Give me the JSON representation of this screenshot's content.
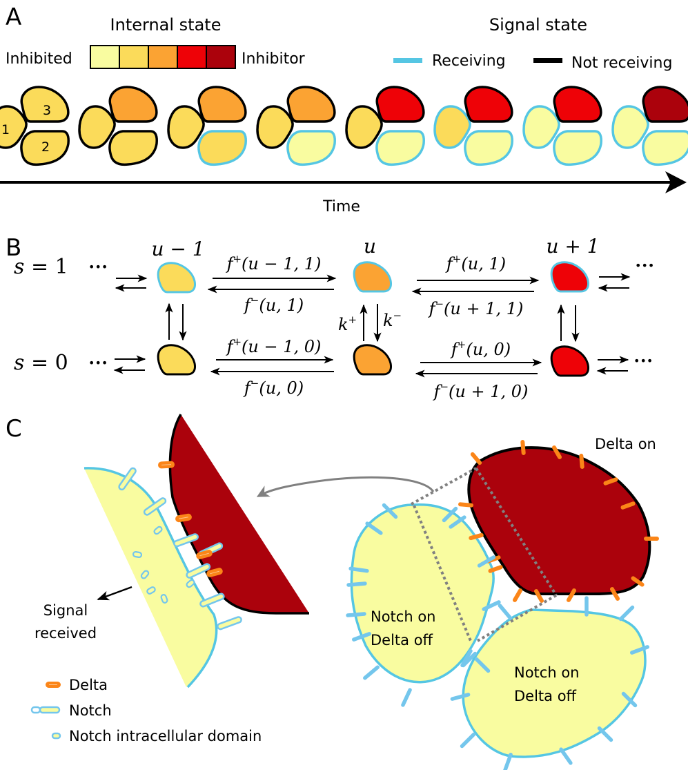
{
  "colors": {
    "state_scale": [
      "#f9fca0",
      "#fbdb5a",
      "#fba333",
      "#ee0207",
      "#ab020c"
    ],
    "receiving": "#55c6e3",
    "not_receiving": "#000000",
    "delta": "#fb8518",
    "notch": "#74c6ec",
    "arrow_gray": "#808080"
  },
  "panel_a": {
    "label": "A",
    "internal_state_title": "Internal state",
    "scale_left_label": "Inhibited",
    "scale_right_label": "Inhibitor",
    "signal_state_title": "Signal state",
    "legend_receiving": "Receiving",
    "legend_not_receiving": "Not receiving",
    "cell_numbers": [
      "1",
      "2",
      "3"
    ],
    "time_label": "Time",
    "frames": [
      {
        "cell1": {
          "state": 1,
          "signal": "not_receiving"
        },
        "cell2": {
          "state": 1,
          "signal": "not_receiving"
        },
        "cell3": {
          "state": 1,
          "signal": "not_receiving"
        }
      },
      {
        "cell1": {
          "state": 1,
          "signal": "not_receiving"
        },
        "cell2": {
          "state": 1,
          "signal": "not_receiving"
        },
        "cell3": {
          "state": 2,
          "signal": "not_receiving"
        }
      },
      {
        "cell1": {
          "state": 1,
          "signal": "not_receiving"
        },
        "cell2": {
          "state": 1,
          "signal": "receiving"
        },
        "cell3": {
          "state": 2,
          "signal": "not_receiving"
        }
      },
      {
        "cell1": {
          "state": 1,
          "signal": "not_receiving"
        },
        "cell2": {
          "state": 0,
          "signal": "receiving"
        },
        "cell3": {
          "state": 2,
          "signal": "not_receiving"
        }
      },
      {
        "cell1": {
          "state": 1,
          "signal": "not_receiving"
        },
        "cell2": {
          "state": 0,
          "signal": "receiving"
        },
        "cell3": {
          "state": 3,
          "signal": "not_receiving"
        }
      },
      {
        "cell1": {
          "state": 1,
          "signal": "receiving"
        },
        "cell2": {
          "state": 0,
          "signal": "receiving"
        },
        "cell3": {
          "state": 3,
          "signal": "not_receiving"
        }
      },
      {
        "cell1": {
          "state": 0,
          "signal": "receiving"
        },
        "cell2": {
          "state": 0,
          "signal": "receiving"
        },
        "cell3": {
          "state": 3,
          "signal": "not_receiving"
        }
      },
      {
        "cell1": {
          "state": 0,
          "signal": "receiving"
        },
        "cell2": {
          "state": 0,
          "signal": "receiving"
        },
        "cell3": {
          "state": 4,
          "signal": "not_receiving"
        }
      }
    ]
  },
  "panel_b": {
    "label": "B",
    "row_labels": [
      {
        "var": "s",
        "eq": " = 1"
      },
      {
        "var": "s",
        "eq": " = 0"
      }
    ],
    "ellipsis": "•••",
    "column_labels": [
      "u − 1",
      "u",
      "u + 1"
    ],
    "column_states": [
      1,
      2,
      3
    ],
    "k_plus": {
      "base": "k",
      "sup": "+"
    },
    "k_minus": {
      "base": "k",
      "sup": "−"
    },
    "rates": {
      "top_left_fwd": {
        "f": "f",
        "sup": "+",
        "args": "(u − 1, 1)"
      },
      "top_left_back": {
        "f": "f",
        "sup": "−",
        "args": "(u, 1)"
      },
      "top_right_fwd": {
        "f": "f",
        "sup": "+",
        "args": "(u, 1)"
      },
      "top_right_back": {
        "f": "f",
        "sup": "−",
        "args": "(u + 1, 1)"
      },
      "bot_left_fwd": {
        "f": "f",
        "sup": "+",
        "args": "(u − 1, 0)"
      },
      "bot_left_back": {
        "f": "f",
        "sup": "−",
        "args": "(u, 0)"
      },
      "bot_right_fwd": {
        "f": "f",
        "sup": "+",
        "args": "(u, 0)"
      },
      "bot_right_back": {
        "f": "f",
        "sup": "−",
        "args": "(u + 1, 0)"
      }
    }
  },
  "panel_c": {
    "label": "C",
    "signal_received": [
      "Signal",
      "received"
    ],
    "delta_on": "Delta on",
    "notch_cell_1": [
      "Notch on",
      "Delta off"
    ],
    "notch_cell_2": [
      "Notch on",
      "Delta off"
    ],
    "legend": {
      "delta": "Delta",
      "notch": "Notch",
      "nicd": "Notch intracellular domain"
    }
  }
}
